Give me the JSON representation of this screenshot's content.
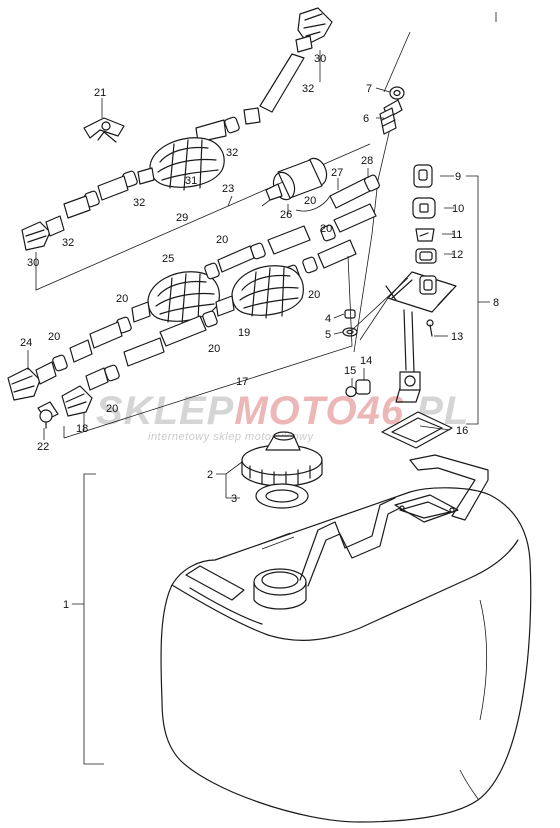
{
  "labels": {
    "l1": "1",
    "l2": "2",
    "l3": "3",
    "l4": "4",
    "l5": "5",
    "l6": "6",
    "l7": "7",
    "l8": "8",
    "l9": "9",
    "l10": "10",
    "l11": "11",
    "l12": "12",
    "l13": "13",
    "l14": "14",
    "l15": "15",
    "l16": "16",
    "l17": "17",
    "l18": "18",
    "l19": "19",
    "l20a": "20",
    "l20b": "20",
    "l20c": "20",
    "l20d": "20",
    "l20e": "20",
    "l20f": "20",
    "l20g": "20",
    "l20h": "20",
    "l21": "21",
    "l22": "22",
    "l23": "23",
    "l24": "24",
    "l25": "25",
    "l26": "26",
    "l27": "27",
    "l28": "28",
    "l29": "29",
    "l30a": "30",
    "l30b": "30",
    "l31": "31",
    "l32a": "32",
    "l32b": "32",
    "l32c": "32",
    "l32d": "32"
  },
  "watermark": {
    "brand_part1": "SKLEP",
    "brand_part2": "MOTO",
    "brand_part3": "46",
    "brand_part4": ".PL",
    "tagline": "internetowy sklep motocyklowy"
  },
  "colors": {
    "watermark_grey": "#c8c8c8",
    "watermark_red": "#e8a0a0"
  }
}
